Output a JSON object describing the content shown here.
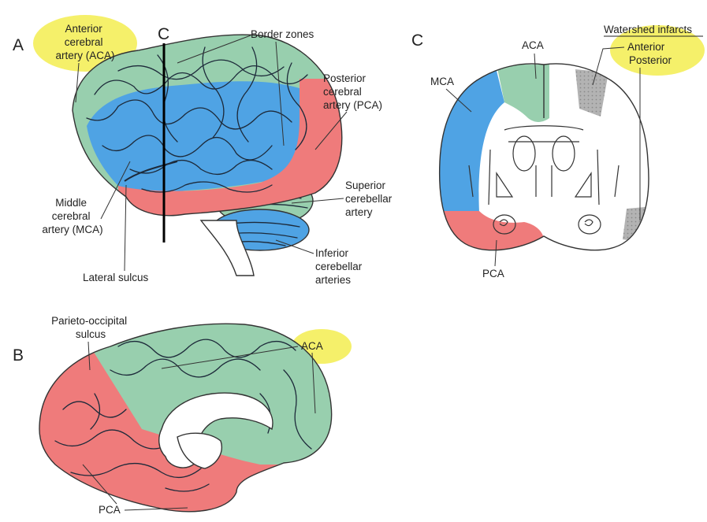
{
  "colors": {
    "aca": "#98cfae",
    "mca": "#4fa3e4",
    "pca": "#ef7b7b",
    "highlight": "#f5f06a",
    "watershed": "#b9b9b9"
  },
  "panel_a": {
    "letter": "A",
    "section_marker": "C",
    "labels": {
      "aca": [
        "Anterior",
        "cerebral",
        "artery (ACA)"
      ],
      "border_zones": "Border zones",
      "pca": [
        "Posterior",
        "cerebral",
        "artery (PCA)"
      ],
      "superior_cerebellar": [
        "Superior",
        "cerebellar",
        "artery"
      ],
      "inferior_cerebellar": [
        "Inferior",
        "cerebellar",
        "arteries"
      ],
      "mca": [
        "Middle",
        "cerebral",
        "artery (MCA)"
      ],
      "lateral_sulcus": "Lateral sulcus"
    }
  },
  "panel_b": {
    "letter": "B",
    "labels": {
      "parieto_occipital": [
        "Parieto-occipital",
        "sulcus"
      ],
      "aca": "ACA",
      "pca": "PCA"
    }
  },
  "panel_c": {
    "letter": "C",
    "labels": {
      "aca": "ACA",
      "mca": "MCA",
      "pca": "PCA",
      "watershed_title": "Watershed infarcts",
      "anterior": "Anterior",
      "posterior": "Posterior"
    }
  }
}
